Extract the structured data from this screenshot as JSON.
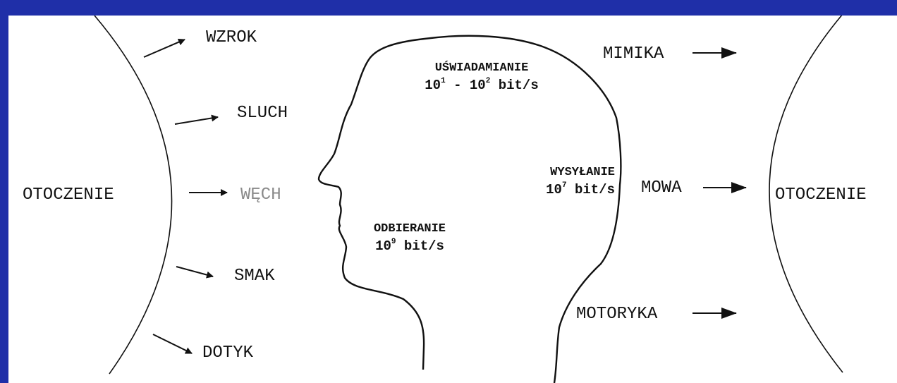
{
  "diagram": {
    "inputs": [
      "WZROK",
      "SLUCH",
      "WĘCH",
      "SMAK",
      "DOTYK"
    ],
    "outputs": [
      "MIMIKA",
      "MOWA",
      "MOTORYKA"
    ],
    "environment_left": "OTOCZENIE",
    "environment_right": "OTOCZENIE",
    "awareness": {
      "title": "UŚWIADAMIANIE",
      "rate_a_base": "10",
      "rate_a_exp": "1",
      "rate_sep": " - ",
      "rate_b_base": "10",
      "rate_b_exp": "2",
      "unit": " bit/s"
    },
    "sending": {
      "title": "WYSYŁANIE",
      "rate_base": "10",
      "rate_exp": "7",
      "unit": " bit/s"
    },
    "receiving": {
      "title": "ODBIERANIE",
      "rate_base": "10",
      "rate_exp": "9",
      "unit": " bit/s"
    }
  },
  "colors": {
    "frame": "#1f2fa8",
    "background": "#ffffff",
    "ink": "#111111",
    "faded_text": "#8a8a8a"
  }
}
